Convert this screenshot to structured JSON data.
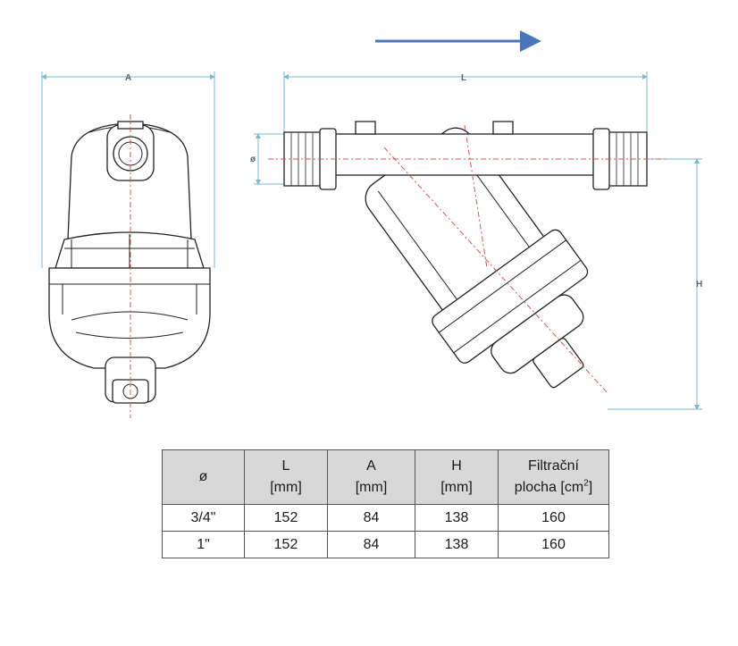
{
  "flow_arrow_color": "#4a76b8",
  "dimension_color": "#7ab8d6",
  "centerline_color": "#d9534f",
  "dimensions": {
    "A": "A",
    "L": "L",
    "H": "H",
    "diameter": "ø"
  },
  "table": {
    "header": {
      "col0": "ø",
      "col1_line1": "L",
      "col1_line2": "[mm]",
      "col2_line1": "A",
      "col2_line2": "[mm]",
      "col3_line1": "H",
      "col3_line2": "[mm]",
      "col4_line1": "Filtrační",
      "col4_line2": "plocha [cm",
      "col4_sup": "2",
      "col4_close": "]"
    },
    "rows": [
      {
        "d": "3/4\"",
        "L": "152",
        "A": "84",
        "H": "138",
        "area": "160"
      },
      {
        "d": "1\"",
        "L": "152",
        "A": "84",
        "H": "138",
        "area": "160"
      }
    ]
  }
}
